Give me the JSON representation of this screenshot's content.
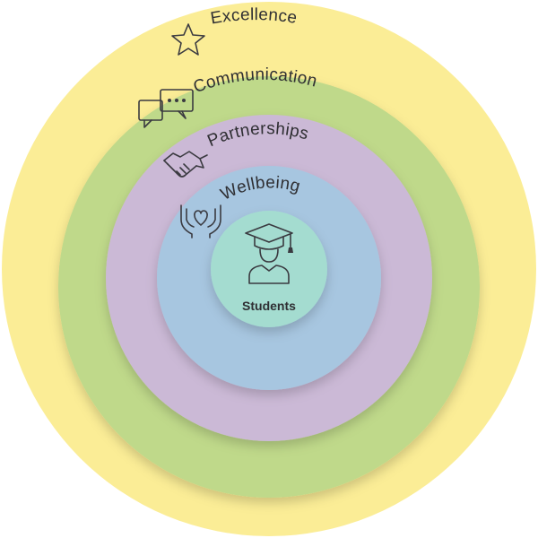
{
  "diagram": {
    "type": "concentric-circles",
    "rings": [
      {
        "label": "Excellence",
        "icon": "star-icon",
        "color": "#fbed96"
      },
      {
        "label": "Communication",
        "icon": "speech-bubbles-icon",
        "color": "#bfd98a"
      },
      {
        "label": "Partnerships",
        "icon": "handshake-icon",
        "color": "#cbb9d6"
      },
      {
        "label": "Wellbeing",
        "icon": "hands-heart-icon",
        "color": "#a7c6e0"
      }
    ],
    "core": {
      "label": "Students",
      "icon": "graduate-icon",
      "color": "#a4dcd0"
    }
  }
}
